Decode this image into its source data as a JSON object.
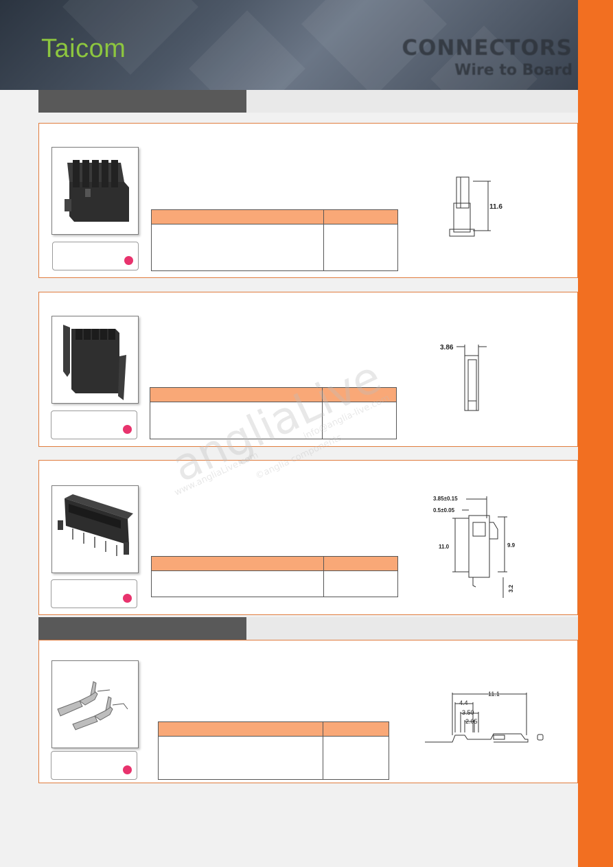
{
  "header": {
    "logo": "Taicom",
    "title": "CONNECTORS",
    "subtitle": "Wire to Board"
  },
  "drawings": {
    "d1": {
      "dim_height": "11.6"
    },
    "d2": {
      "dim_width": "3.86"
    },
    "d3": {
      "dim_a": "3.85±0.15",
      "dim_b": "0.5±0.05",
      "dim_c": "11.0",
      "dim_d": "9.9",
      "dim_e": "3.2"
    },
    "d4": {
      "dim_a": "11.1",
      "dim_b": "4.4",
      "dim_c": "3.50",
      "dim_d": "2.05"
    }
  },
  "watermark": {
    "brand": "angliaLive",
    "url": "www.angliaLive.com",
    "email": "info@anglia-live.com",
    "copyright": "©anglia components"
  },
  "colors": {
    "accent": "#f26f21",
    "table_header": "#f9a877",
    "badge": "#e8336d",
    "logo": "#8dc63f"
  }
}
